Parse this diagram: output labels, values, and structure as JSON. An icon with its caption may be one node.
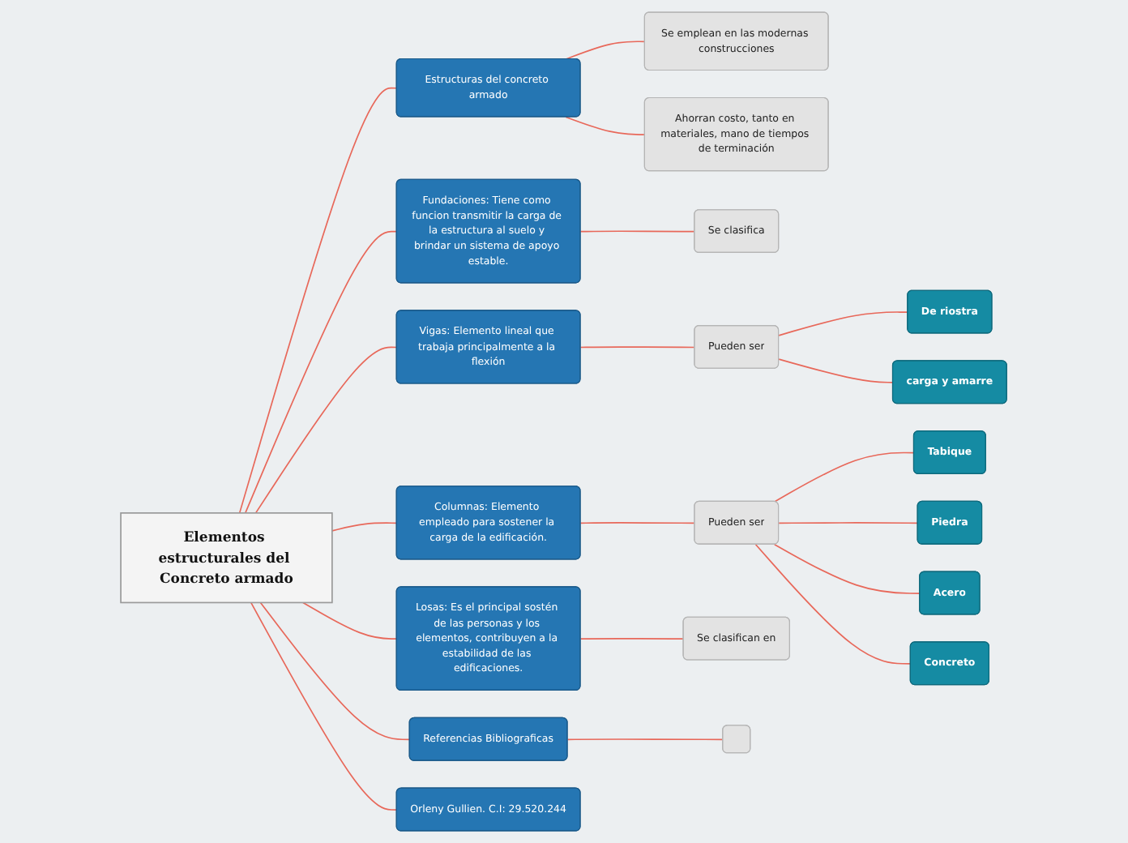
{
  "diagram": {
    "nodes": [
      {
        "text": [
          "Elementos estructurales del Concreto armado"
        ]
      },
      {
        "text": [
          "Orleny Gullien. C.I: 29.520.244"
        ]
      },
      {
        "text": [
          "Referencias Bibliograficas"
        ]
      },
      {
        "text": [],
        "shape": "box"
      },
      {
        "text": [
          "Losas: Es el principal sostén de las personas y los elementos, contribuyen a la estabilidad de las edificaciones."
        ]
      },
      {
        "text": [
          "Se clasifican en"
        ]
      },
      {
        "text": [
          "Vigas: Elemento lineal que trabaja principalmente a la flexión"
        ]
      },
      {
        "text": [
          "Pueden ser"
        ]
      },
      {
        "text": [
          "De riostra"
        ]
      },
      {
        "text": [
          "carga y amarre"
        ]
      },
      {
        "text": [
          "Estructuras del concreto armado"
        ]
      },
      {
        "text": [
          "Se emplean en las modernas construcciones"
        ]
      },
      {
        "text": [
          "Ahorran costo, tanto en materiales, mano de tiempos de terminación"
        ]
      },
      {
        "text": [
          "Fundaciones: Tiene como funcion transmitir la carga de la estructura al suelo y brindar un sistema de apoyo estable."
        ]
      },
      {
        "text": [
          "Se clasifica"
        ]
      },
      {
        "text": [
          "Columnas: Elemento empleado para sostener la carga de la edificación."
        ]
      },
      {
        "text": [
          "Pueden ser"
        ]
      },
      {
        "text": [
          "Tabique"
        ]
      },
      {
        "text": [
          "Piedra"
        ]
      },
      {
        "text": [
          "Acero"
        ]
      },
      {
        "text": [
          "Concreto"
        ]
      }
    ],
    "edges": [
      {
        "from": 0,
        "to": 1,
        "arrow": "none"
      },
      {
        "from": 0,
        "to": 2,
        "arrow": "none"
      },
      {
        "from": 2,
        "to": 3,
        "arrow": "none"
      },
      {
        "from": 0,
        "to": 4,
        "arrow": "none"
      },
      {
        "from": 4,
        "to": 5,
        "arrow": "none"
      },
      {
        "from": 0,
        "to": 6,
        "arrow": "none"
      },
      {
        "from": 6,
        "to": 7,
        "arrow": "none"
      },
      {
        "from": 7,
        "to": 8,
        "arrow": "none"
      },
      {
        "from": 7,
        "to": 9,
        "arrow": "none"
      },
      {
        "from": 0,
        "to": 10,
        "arrow": "none"
      },
      {
        "from": 10,
        "to": 11,
        "arrow": "none"
      },
      {
        "from": 10,
        "to": 12,
        "arrow": "none"
      },
      {
        "from": 0,
        "to": 13,
        "arrow": "none"
      },
      {
        "from": 13,
        "to": 14,
        "arrow": "none"
      },
      {
        "from": 0,
        "to": 15,
        "arrow": "none"
      },
      {
        "from": 15,
        "to": 16,
        "arrow": "none"
      },
      {
        "from": 16,
        "to": 17,
        "arrow": "none"
      },
      {
        "from": 16,
        "to": 18,
        "arrow": "none"
      },
      {
        "from": 16,
        "to": 19,
        "arrow": "none"
      },
      {
        "from": 16,
        "to": 20,
        "arrow": "none"
      }
    ]
  }
}
